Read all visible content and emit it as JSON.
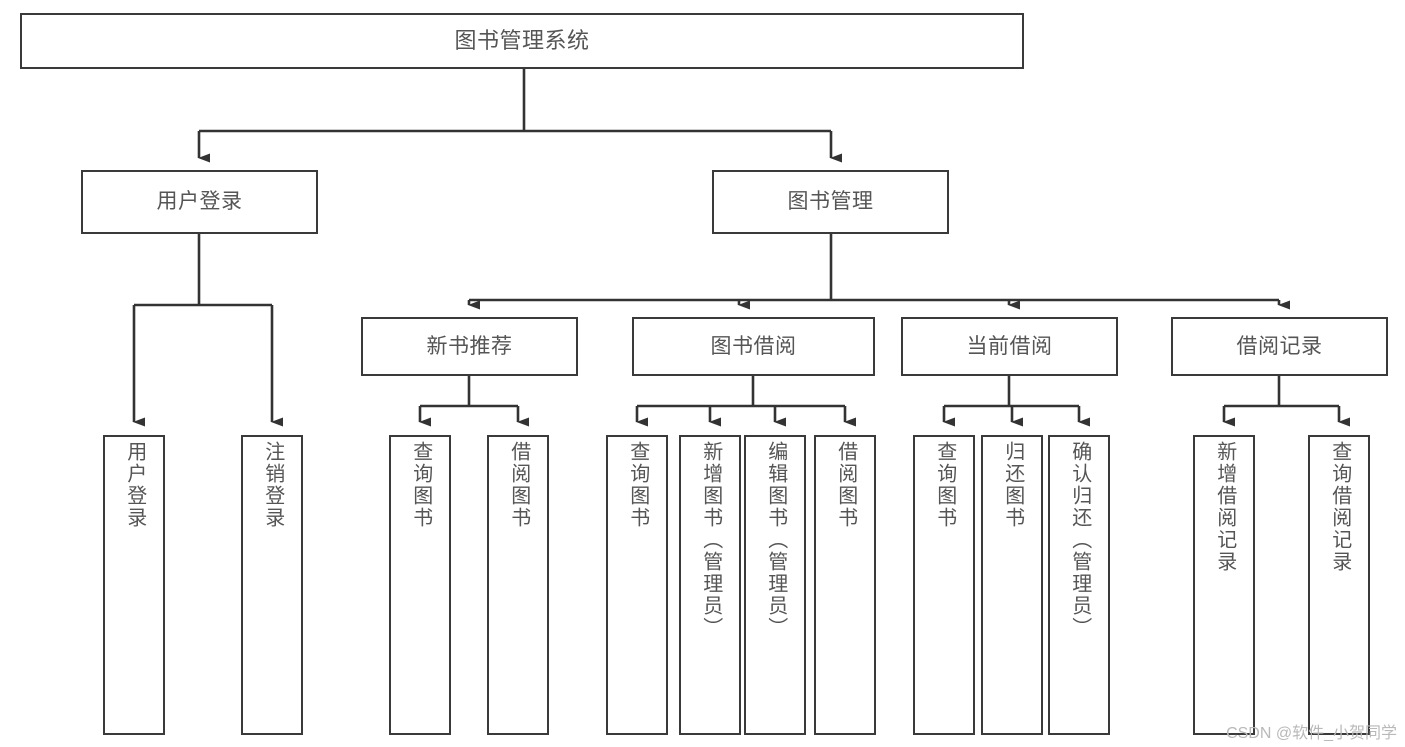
{
  "diagram": {
    "title": "图书管理系统",
    "watermark": "CSDN @软件_小贺同学",
    "colors": {
      "background": "#ffffff",
      "box_border": "#3a3a3a",
      "box_fill": "#ffffff",
      "text": "#555555",
      "edge": "#333333",
      "watermark": "#b9b9b9"
    },
    "levels": {
      "root": {
        "label": "图书管理系统"
      },
      "level2": [
        {
          "label": "用户登录"
        },
        {
          "label": "图书管理"
        }
      ],
      "level3": [
        {
          "label": "新书推荐"
        },
        {
          "label": "图书借阅"
        },
        {
          "label": "当前借阅"
        },
        {
          "label": "借阅记录"
        }
      ],
      "leaves": {
        "user_login": [
          {
            "label": "用户登录"
          },
          {
            "label": "注销登录"
          }
        ],
        "new_book_recommend": [
          {
            "label": "查询图书"
          },
          {
            "label": "借阅图书"
          }
        ],
        "book_borrow": [
          {
            "label": "查询图书"
          },
          {
            "label": "新增图书（管理员）"
          },
          {
            "label": "编辑图书（管理员）"
          },
          {
            "label": "借阅图书"
          }
        ],
        "current_borrow": [
          {
            "label": "查询图书"
          },
          {
            "label": "归还图书"
          },
          {
            "label": "确认归还（管理员）"
          }
        ],
        "borrow_record": [
          {
            "label": "新增借阅记录"
          },
          {
            "label": "查询借阅记录"
          }
        ]
      }
    }
  }
}
